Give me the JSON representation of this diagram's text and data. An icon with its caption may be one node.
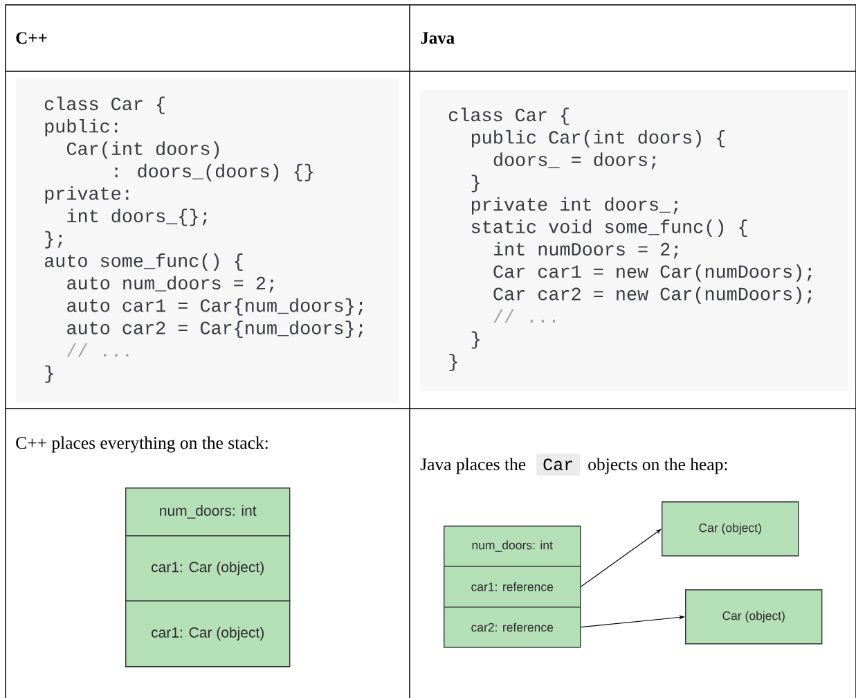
{
  "diagram": {
    "nodes": [
      {
        "text": [
          "num_doors: int"
        ]
      },
      {
        "text": [
          "car1: Car (object)"
        ]
      },
      {
        "text": [
          "car1: Car (object)"
        ]
      },
      {
        "text": [
          "num_doors: int"
        ]
      },
      {
        "text": [
          "car1: reference"
        ]
      },
      {
        "text": [
          "car2: reference"
        ]
      },
      {
        "text": [
          "Car (object)"
        ]
      },
      {
        "text": [
          "Car (object)"
        ]
      }
    ],
    "edges": [
      {
        "from": 4,
        "to": 6,
        "arrow": "to"
      },
      {
        "from": 5,
        "to": 7,
        "arrow": "to"
      }
    ],
    "labels": [
      "C++",
      "Java",
      "class Car {",
      "public:",
      "Car(int doors)",
      ": doors_(doors) {}",
      "private:",
      "int doors_{};",
      "};",
      "auto some_func() {",
      "auto num_doors = 2;",
      "auto car1 = Car{num_doors};",
      "auto car2 = Car{num_doors};",
      "// ...",
      "}",
      "class Car {",
      "public Car(int doors) {",
      "doors_ = doors;",
      "}",
      "private int doors_;",
      "static void some_func() {",
      "int numDoors = 2;",
      "Car car1 = new Car(numDoors);",
      "Car car2 = new Car(numDoors);",
      "// ...",
      "}",
      "}",
      "C++ places everything on the stack:",
      "Java places the",
      "Car",
      "objects on the heap:"
    ]
  }
}
